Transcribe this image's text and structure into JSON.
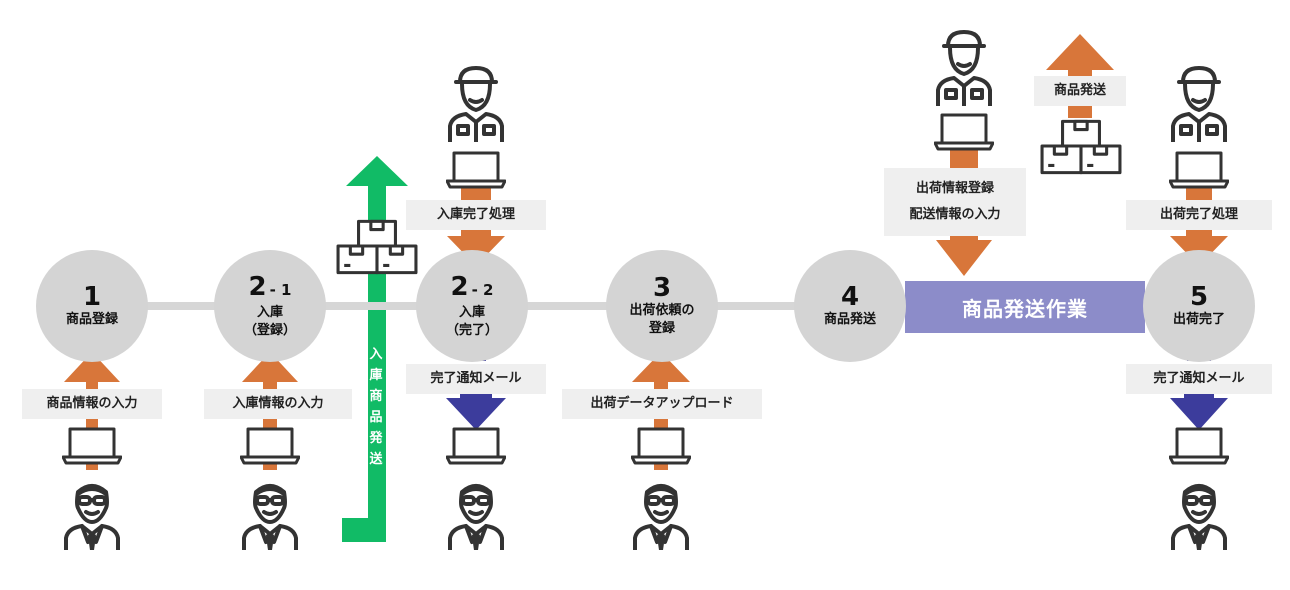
{
  "steps": [
    {
      "num": "1",
      "sub": "",
      "label_lines": [
        "商品登録"
      ]
    },
    {
      "num": "2",
      "sub": "- 1",
      "label_lines": [
        "入庫",
        "（登録）"
      ]
    },
    {
      "num": "2",
      "sub": "- 2",
      "label_lines": [
        "入庫",
        "（完了）"
      ]
    },
    {
      "num": "3",
      "sub": "",
      "label_lines": [
        "出荷依頼の",
        "登録"
      ]
    },
    {
      "num": "4",
      "sub": "",
      "label_lines": [
        "商品発送"
      ]
    },
    {
      "num": "5",
      "sub": "",
      "label_lines": [
        "出荷完了"
      ]
    }
  ],
  "band_label": "商品発送作業",
  "green_vertical_label": "入庫商品発送",
  "labels": {
    "product_info_input": "商品情報の入力",
    "stock_info_input": "入庫情報の入力",
    "stock_complete_process": "入庫完了処理",
    "complete_notice_mail_1": "完了通知メール",
    "shipping_data_upload": "出荷データアップロード",
    "shipping_info_register": "出荷情報登録",
    "delivery_info_input": "配送情報の入力",
    "product_shipping": "商品発送",
    "shipping_complete_process": "出荷完了処理",
    "complete_notice_mail_2": "完了通知メール"
  },
  "colors": {
    "circle": "#d4d4d4",
    "timeline": "#d6d6d6",
    "orange_arrow": "#d8763a",
    "blue_arrow": "#3c3c9c",
    "green_arrow": "#11bb66",
    "band": "#8c8cc9",
    "label_bg": "#efefef",
    "icon_stroke": "#333333"
  },
  "icons": [
    "businessman-icon",
    "worker-icon",
    "laptop-icon",
    "box-stack-icon"
  ]
}
